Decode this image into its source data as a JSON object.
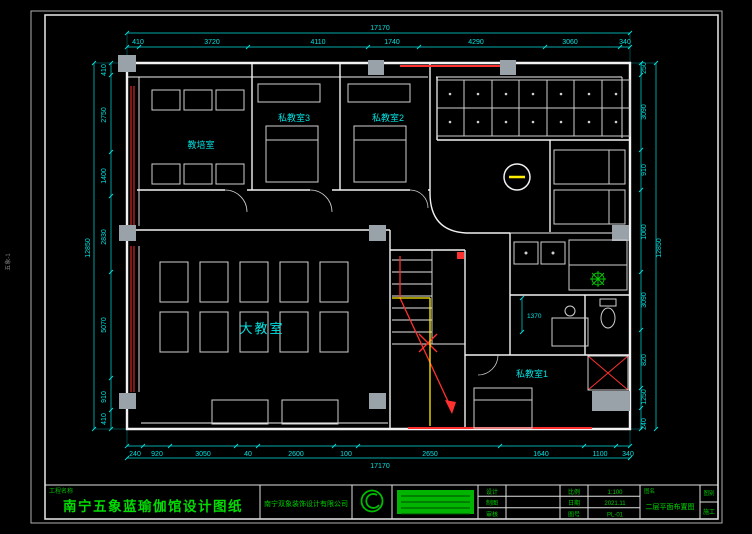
{
  "edge_label": "五象-1",
  "plan": {
    "rooms": {
      "training": "教培室",
      "private3": "私教室3",
      "private2": "私教室2",
      "big": "大教室",
      "private1": "私教室1"
    },
    "interior_dim": "1370"
  },
  "dims": {
    "top_total": "17170",
    "top": [
      "410",
      "3720",
      "4110",
      "1740",
      "4290",
      "3060",
      "340"
    ],
    "bottom": [
      "240",
      "920",
      "3050",
      "40",
      "2600",
      "100",
      "2650",
      "1640",
      "1100",
      "340"
    ],
    "bottom_total": "17170",
    "left": [
      "410",
      "2750",
      "1400",
      "2830",
      "5070",
      "910",
      "410"
    ],
    "left_total": "12850",
    "right": [
      "250",
      "3090",
      "910",
      "1060",
      "3090",
      "820",
      "1250",
      "240"
    ],
    "right_total": "12850"
  },
  "titleblock": {
    "project_label": "工程名称",
    "project_name": "南宁五象蓝瑜伽馆设计图纸",
    "company": "南宁双象装饰设计有限公司",
    "fields_a": [
      {
        "label": "设计",
        "value": ""
      },
      {
        "label": "制图",
        "value": ""
      },
      {
        "label": "审核",
        "value": ""
      }
    ],
    "fields_b": [
      {
        "label": "比例",
        "value": "1:100"
      },
      {
        "label": "日期",
        "value": "2021.11"
      },
      {
        "label": "图号",
        "value": "PL-01"
      }
    ],
    "drawing_label": "图名",
    "drawing_name": "二层平面布置图",
    "category_label": "图别",
    "category_value": "施工"
  },
  "colors": {
    "background": "#000000",
    "dimension_cyan": "#00e0e0",
    "wall_white": "#f2f2f2",
    "accent_red": "#ff3030",
    "accent_yellow": "#ffee00",
    "cad_green": "#00cc00",
    "column_gray": "#99a1a9"
  }
}
